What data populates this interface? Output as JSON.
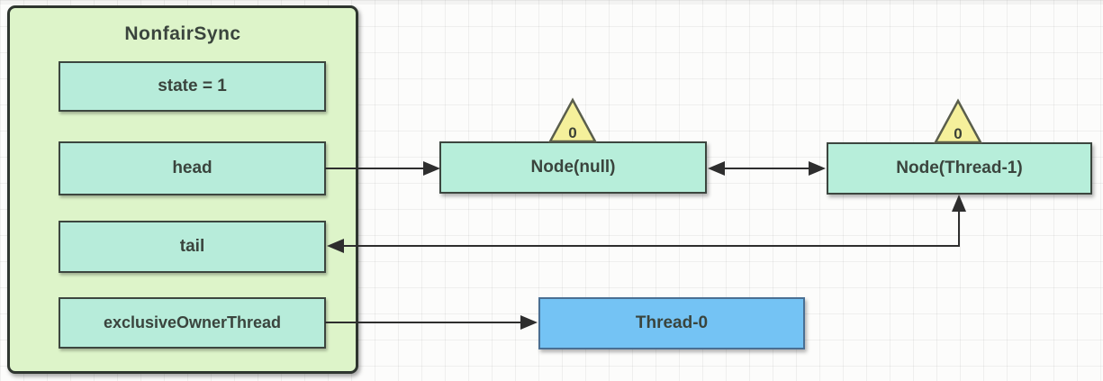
{
  "diagram": {
    "panel": {
      "title": "NonfairSync",
      "fields": [
        {
          "label": "state = 1"
        },
        {
          "label": "head"
        },
        {
          "label": "tail"
        },
        {
          "label": "exclusiveOwnerThread"
        }
      ]
    },
    "nodes": [
      {
        "label": "Node(null)",
        "wait_status_badge": "0"
      },
      {
        "label": "Node(Thread-1)",
        "wait_status_badge": "0"
      }
    ],
    "thread": {
      "label": "Thread-0"
    },
    "edges": [
      {
        "from": "head",
        "to": "Node(null)",
        "style": "arrow-right"
      },
      {
        "from": "Node(null)",
        "to": "Node(Thread-1)",
        "style": "double-arrow"
      },
      {
        "from": "Node(Thread-1)",
        "to": "tail",
        "style": "elbow-double-arrow"
      },
      {
        "from": "exclusiveOwnerThread",
        "to": "Thread-0",
        "style": "arrow-right"
      }
    ],
    "colors": {
      "panel_fill": "#ddf4c9",
      "field_fill": "#b7ecda",
      "node_fill": "#b7eeda",
      "thread_fill": "#74c3f4",
      "thread_border": "#4a6f93",
      "badge_fill": "#f5f09b",
      "border_dark": "#2e352f",
      "box_border": "#3c463f",
      "arrow": "#2e2e2e",
      "text": "#3a443d"
    }
  }
}
